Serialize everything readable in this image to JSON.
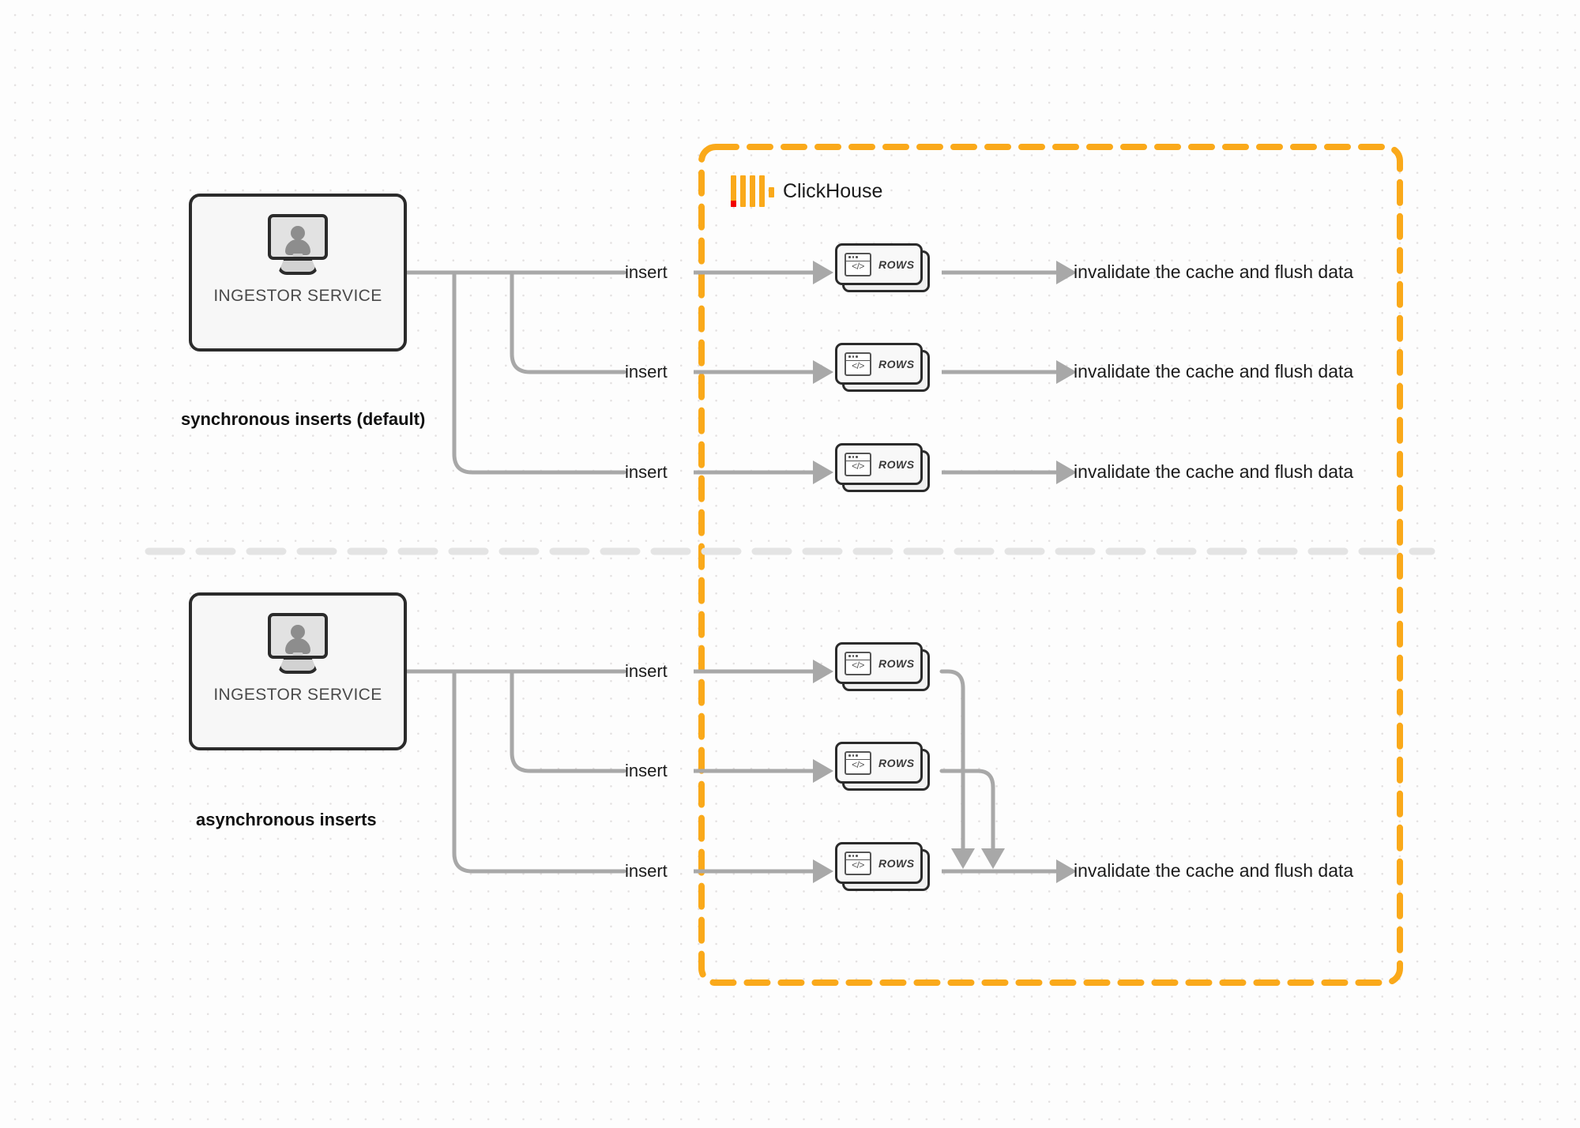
{
  "diagram": {
    "title": "ClickHouse synchronous vs asynchronous inserts",
    "colors": {
      "brand_orange": "#faa91a",
      "brand_red": "#f20000",
      "connector_gray": "#a8a8a8",
      "node_border": "#2b2b2b",
      "divider_gray": "#e4e4e4",
      "canvas": "#fdfdfd"
    }
  },
  "boundary": {
    "label": "ClickHouse",
    "logo_name": "clickhouse-logo"
  },
  "sections": [
    {
      "id": "synchronous",
      "caption": "synchronous inserts (default)",
      "source": {
        "label": "INGESTOR SERVICE",
        "icon": "monitor-user-icon"
      },
      "edges": [
        {
          "insert_label": "insert",
          "node_label": "ROWS",
          "result_label": "invalidate the cache and flush data"
        },
        {
          "insert_label": "insert",
          "node_label": "ROWS",
          "result_label": "invalidate the cache and flush data"
        },
        {
          "insert_label": "insert",
          "node_label": "ROWS",
          "result_label": "invalidate the cache and flush data"
        }
      ]
    },
    {
      "id": "asynchronous",
      "caption": "asynchronous inserts",
      "source": {
        "label": "INGESTOR SERVICE",
        "icon": "monitor-user-icon"
      },
      "edges": [
        {
          "insert_label": "insert",
          "node_label": "ROWS"
        },
        {
          "insert_label": "insert",
          "node_label": "ROWS"
        },
        {
          "insert_label": "insert",
          "node_label": "ROWS"
        }
      ],
      "merged_result_label": "invalidate the cache and flush data"
    }
  ]
}
